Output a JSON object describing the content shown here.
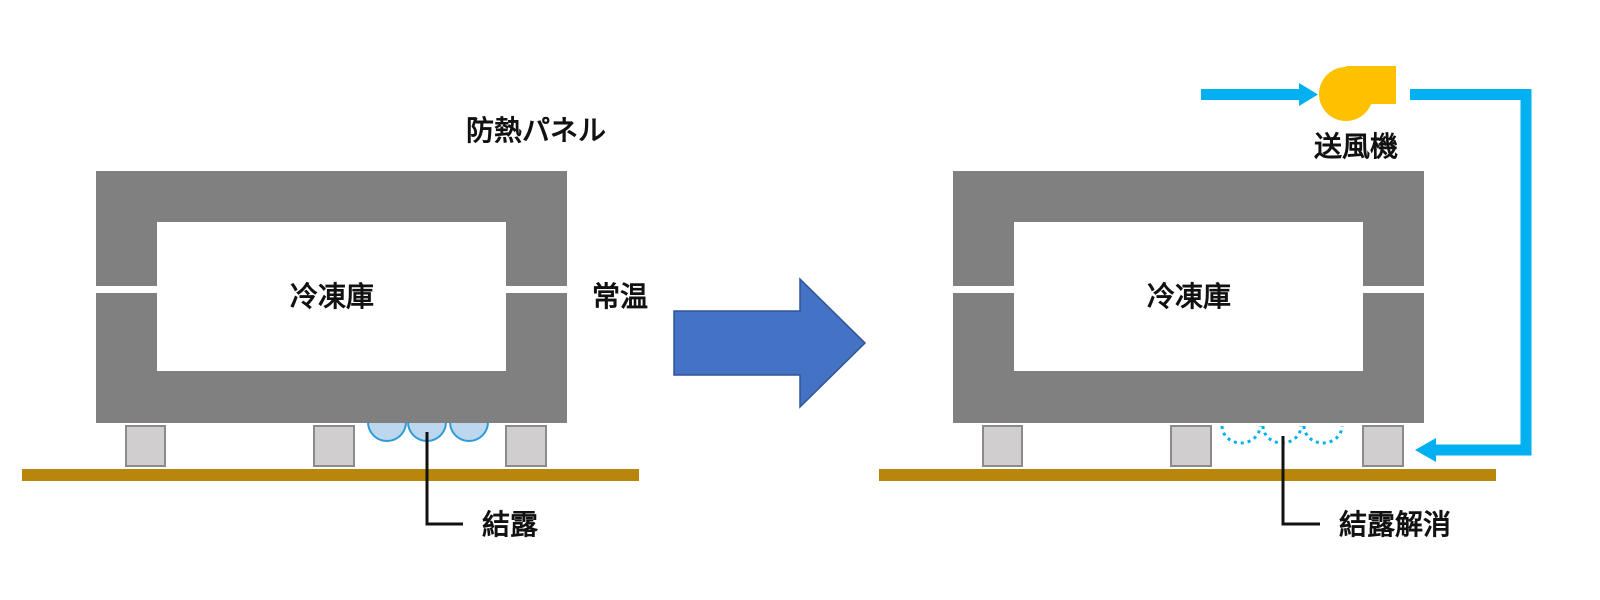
{
  "colors": {
    "panel": "#808080",
    "support_fill": "#d0cece",
    "support_stroke": "#8a8a8a",
    "floor": "#b8860b",
    "arrow": "#4472c4",
    "air": "#00b0f0",
    "blower": "#ffc000",
    "droplet_fill": "#bdd7ee",
    "droplet_stroke": "#2e9bd6"
  },
  "left": {
    "panel_label": "防熱パネル",
    "room_label": "冷凍庫",
    "ambient_label": "常温",
    "condensation_label": "結露"
  },
  "right": {
    "room_label": "冷凍庫",
    "blower_label": "送風機",
    "resolved_label": "結露解消"
  },
  "icons": {
    "transition": "right-arrow-icon",
    "blower": "blower-fan-icon",
    "droplet": "condensation-droplet-icon"
  }
}
